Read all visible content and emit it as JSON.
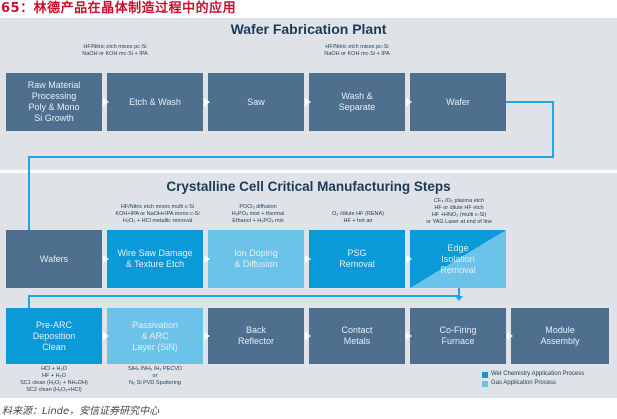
{
  "figure_title": "65：林德产品在晶体制造过程中的应用",
  "top_panel": {
    "title": "Wafer Fabrication Plant",
    "notes": [
      [
        "HF/Nitric etch mixes pc-Si",
        "NaOH or KOH mc-Si + IPA"
      ],
      [
        "HF/Nitric etch mixes pc-Si",
        "NaOH or KOH mc-Si + IPA"
      ]
    ],
    "steps": [
      [
        "Raw Material",
        "Processing",
        "Poly & Mono",
        "Si Growth"
      ],
      [
        "Etch & Wash"
      ],
      [
        "Saw"
      ],
      [
        "Wash &",
        "Separate"
      ],
      [
        "Wafer"
      ]
    ]
  },
  "bottom_panel": {
    "title": "Crystalline Cell Critical Manufacturing Steps",
    "notes": [
      [
        "HF/Nitric etch mixes multi c-Si",
        "KOH+IPA or NaOH+IPA mono c-Si",
        "H₂O₂ + HCl metallic removal"
      ],
      [
        "POCl₃ diffusion",
        "H₃PO₄ mist + thermal",
        "Ethanol + H₃PO₄ mix"
      ],
      [
        "O₂ /dilute HF (RENA)",
        "HF + hot air"
      ],
      [
        "CF₄ /O₂ plasma etch",
        "HF or dilute HF etch",
        "HF +HNO₃ (multi c-Si)",
        "or YAG Laser at end of line"
      ]
    ],
    "row1": [
      [
        "Wafers"
      ],
      [
        "Wire Saw Damage",
        "& Texture Etch"
      ],
      [
        "Ion Doping",
        "& Diffusion"
      ],
      [
        "PSG",
        "Removal"
      ],
      [
        "Edge",
        "Isolation",
        "Removal"
      ]
    ],
    "row2": [
      [
        "Pre-ARC",
        "Deposition",
        "Clean"
      ],
      [
        "Passivation",
        "& ARC",
        "Layer (SiN)"
      ],
      [
        "Back",
        "Reflector"
      ],
      [
        "Contact",
        "Metals"
      ],
      [
        "Co-Firing",
        "Furnace"
      ],
      [
        "Module",
        "Assembly"
      ]
    ],
    "row2_notes": [
      [
        "HCl + H₂O",
        "HF + H₂O",
        "SC1 clean (H₂O₂ + NH₄OH)",
        "SC2 clean (H₂O₂+HCl)"
      ],
      [
        "SiH₄ /NH₃ /H₂ PECVD",
        "or",
        "N₂ Si PVD Sputtering"
      ]
    ],
    "legend": [
      {
        "label": "Wet Chemistry Application Process",
        "color": "#0a9ad8"
      },
      {
        "label": "Gas Application Process",
        "color": "#6cc3ea"
      }
    ]
  },
  "source": "料来源：Linde，安信证券研究中心"
}
